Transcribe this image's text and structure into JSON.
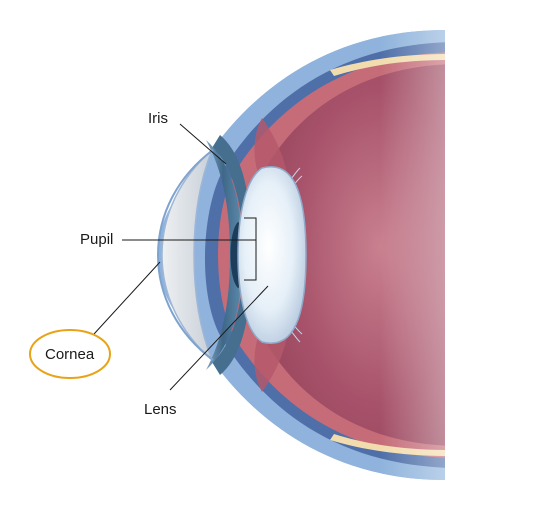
{
  "diagram": {
    "labels": {
      "iris": "Iris",
      "pupil": "Pupil",
      "cornea": "Cornea",
      "lens": "Lens"
    },
    "highlighted_part": "cornea",
    "colors": {
      "highlight_ring": "#e8a317",
      "sclera_outer": "#8fb3dc",
      "sclera_inner": "#4e6fa8",
      "choroid": "#c56c78",
      "retina_interior": "#a24a5e",
      "cornea_fill": "#dfe3e8",
      "lens_fill": "#dcebf7",
      "iris_fill": "#466f8f",
      "retina_edge_band": "#f2dcae",
      "leader_line": "#1a1a1a"
    }
  }
}
